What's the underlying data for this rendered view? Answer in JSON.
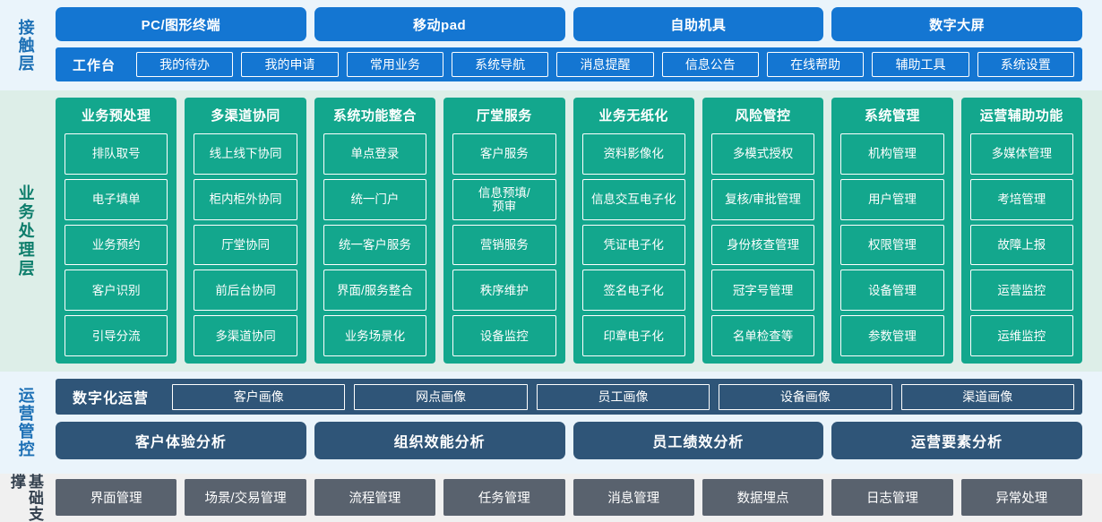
{
  "layers": {
    "contact": {
      "label": "接触层",
      "terminals": [
        "PC/图形终端",
        "移动pad",
        "自助机具",
        "数字大屏"
      ],
      "workbench_title": "工作台",
      "workbench_items": [
        "我的待办",
        "我的申请",
        "常用业务",
        "系统导航",
        "消息提醒",
        "信息公告",
        "在线帮助",
        "辅助工具",
        "系统设置"
      ]
    },
    "business": {
      "label": "业务处理层",
      "columns": [
        {
          "title": "业务预处理",
          "items": [
            "排队取号",
            "电子填单",
            "业务预约",
            "客户识别",
            "引导分流"
          ]
        },
        {
          "title": "多渠道协同",
          "items": [
            "线上线下协同",
            "柜内柜外协同",
            "厅堂协同",
            "前后台协同",
            "多渠道协同"
          ]
        },
        {
          "title": "系统功能整合",
          "items": [
            "单点登录",
            "统一门户",
            "统一客户服务",
            "界面/服务整合",
            "业务场景化"
          ]
        },
        {
          "title": "厅堂服务",
          "items": [
            "客户服务",
            "信息预填/\n预审",
            "营销服务",
            "秩序维护",
            "设备监控"
          ]
        },
        {
          "title": "业务无纸化",
          "items": [
            "资料影像化",
            "信息交互电子化",
            "凭证电子化",
            "签名电子化",
            "印章电子化"
          ]
        },
        {
          "title": "风险管控",
          "items": [
            "多模式授权",
            "复核/审批管理",
            "身份核查管理",
            "冠字号管理",
            "名单检查等"
          ]
        },
        {
          "title": "系统管理",
          "items": [
            "机构管理",
            "用户管理",
            "权限管理",
            "设备管理",
            "参数管理"
          ]
        },
        {
          "title": "运营辅助功能",
          "items": [
            "多媒体管理",
            "考培管理",
            "故障上报",
            "运营监控",
            "运维监控"
          ]
        }
      ]
    },
    "operations": {
      "label": "运营管控",
      "digital_ops_title": "数字化运营",
      "portraits": [
        "客户画像",
        "网点画像",
        "员工画像",
        "设备画像",
        "渠道画像"
      ],
      "analyses": [
        "客户体验分析",
        "组织效能分析",
        "员工绩效分析",
        "运营要素分析"
      ]
    },
    "foundation": {
      "label": "基础支撑",
      "items": [
        "界面管理",
        "场景/交易管理",
        "流程管理",
        "任务管理",
        "消息管理",
        "数据埋点",
        "日志管理",
        "异常处理"
      ]
    }
  },
  "colors": {
    "contact_bg": "#eaf4fb",
    "contact_accent": "#1476d2",
    "business_bg": "#ddeee8",
    "business_accent": "#13a78d",
    "ops_accent": "#2f5578",
    "foundation_bg": "#f0f0f0",
    "foundation_accent": "#59626e"
  }
}
